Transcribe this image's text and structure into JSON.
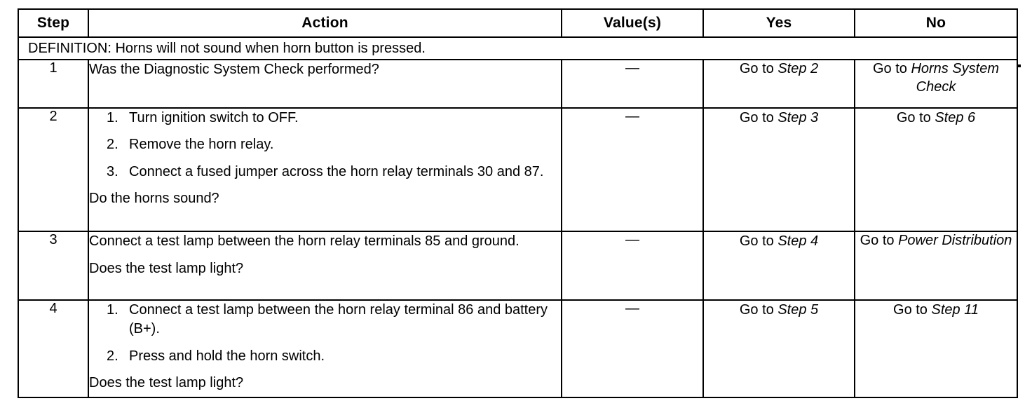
{
  "table": {
    "headers": [
      "Step",
      "Action",
      "Value(s)",
      "Yes",
      "No"
    ],
    "definition": "DEFINITION: Horns will not sound when horn button is pressed.",
    "value_dash": "—",
    "rows": [
      {
        "step": "1",
        "action": {
          "lead": "Was the Diagnostic System Check performed?",
          "items": [],
          "tail": ""
        },
        "value": "—",
        "yes": {
          "prefix": "Go to ",
          "target": "Step 2"
        },
        "no": {
          "prefix": "Go to ",
          "target": "Horns System Check"
        }
      },
      {
        "step": "2",
        "action": {
          "lead": "",
          "items": [
            {
              "num": "1.",
              "text": "Turn ignition switch to OFF."
            },
            {
              "num": "2.",
              "text": "Remove the horn relay."
            },
            {
              "num": "3.",
              "text": "Connect a fused jumper across the horn relay terminals 30 and 87."
            }
          ],
          "tail": "Do the horns sound?"
        },
        "value": "—",
        "yes": {
          "prefix": "Go to ",
          "target": "Step 3"
        },
        "no": {
          "prefix": "Go to ",
          "target": "Step 6"
        }
      },
      {
        "step": "3",
        "action": {
          "lead": "Connect a test lamp between the horn relay terminals 85 and ground.",
          "items": [],
          "tail": "Does the test lamp light?"
        },
        "value": "—",
        "yes": {
          "prefix": "Go to ",
          "target": "Step 4"
        },
        "no": {
          "prefix": "Go to ",
          "target": "Power Distribution"
        }
      },
      {
        "step": "4",
        "action": {
          "lead": "",
          "items": [
            {
              "num": "1.",
              "text": "Connect a test lamp between the horn relay terminal 86 and battery (B+)."
            },
            {
              "num": "2.",
              "text": "Press and hold the horn switch."
            }
          ],
          "tail": "Does the test lamp light?"
        },
        "value": "—",
        "yes": {
          "prefix": "Go to ",
          "target": "Step 5"
        },
        "no": {
          "prefix": "Go to ",
          "target": "Step 11"
        }
      }
    ]
  }
}
